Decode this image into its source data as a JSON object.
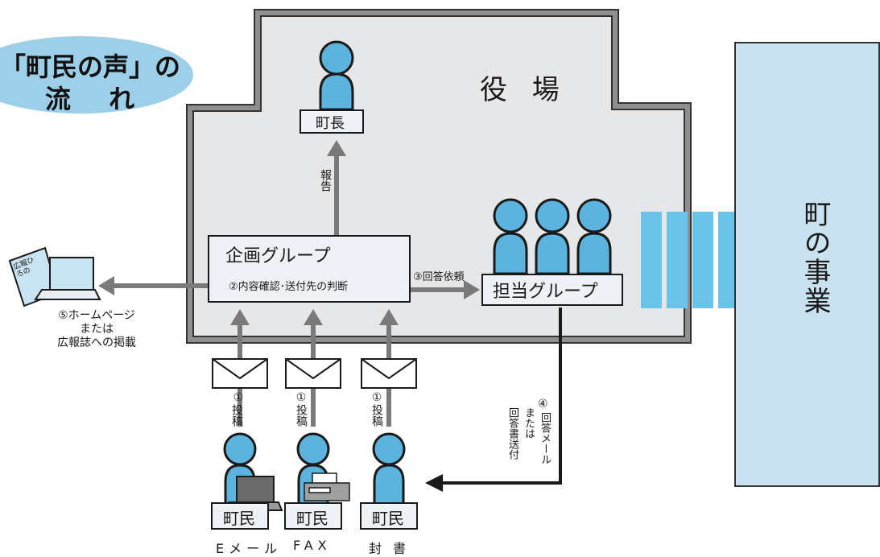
{
  "title": {
    "line1": "「町民の声」の",
    "line2": "流 れ"
  },
  "building": {
    "label": "役 場"
  },
  "mayor": {
    "label": "町長"
  },
  "report": {
    "label": "報告"
  },
  "planning_group": {
    "title": "企画グループ",
    "subtitle": "②内容確認･送付先の判断"
  },
  "request": {
    "label": "③回答依頼"
  },
  "charge_group": {
    "label": "担当グループ"
  },
  "town_business": {
    "label": "町の事業"
  },
  "publication": {
    "line1": "⑤ホームページ",
    "line2": "または",
    "line3": "広報誌への掲載"
  },
  "magazine": {
    "text": "広報ひろの"
  },
  "posts": [
    {
      "num": "①",
      "label": "投稿"
    },
    {
      "num": "①",
      "label": "投稿"
    },
    {
      "num": "①",
      "label": "投稿"
    }
  ],
  "citizens": [
    {
      "label": "町民",
      "method": "Eメール"
    },
    {
      "label": "町民",
      "method": "FAX"
    },
    {
      "label": "町民",
      "method": "封書"
    }
  ],
  "reply": {
    "num": "④",
    "col1": "回答メール",
    "col2": "または",
    "col3": "回答書送付"
  },
  "colors": {
    "person": "#5cb3dd",
    "building_bg": "#e6e7e9",
    "arrow": "#7a7a7a",
    "stripe": "#6cc3e9",
    "jigyo_bg": "#c9e2ef",
    "oval": "#9dcfe8"
  }
}
